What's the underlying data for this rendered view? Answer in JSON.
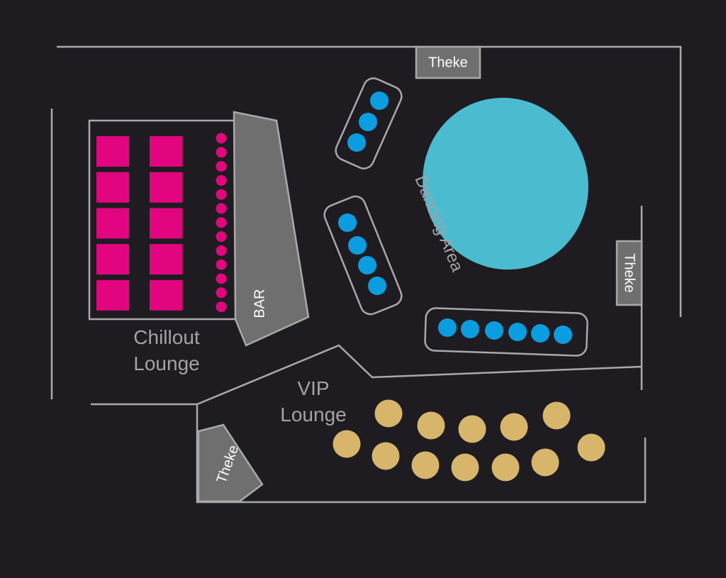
{
  "labels": {
    "chillout_line1": "Chillout",
    "chillout_line2": "Lounge",
    "vip_line1": "VIP",
    "vip_line2": "Lounge",
    "bar": "BAR",
    "dancing_area": "Dancing Area",
    "theke_top": "Theke",
    "theke_right": "Theke",
    "theke_vip": "Theke"
  },
  "colors": {
    "background": "#1e1c20",
    "chillout_seats": "#e3057f",
    "booth_seats": "#0a9de0",
    "dance_floor": "#4bbbcf",
    "vip_seats": "#d7b56a",
    "counters": "#6f6f70"
  },
  "counts": {
    "chillout_square_seats": 10,
    "chillout_bar_stools": 13,
    "booth_seats": [
      3,
      4,
      6
    ],
    "vip_seats": 12
  }
}
